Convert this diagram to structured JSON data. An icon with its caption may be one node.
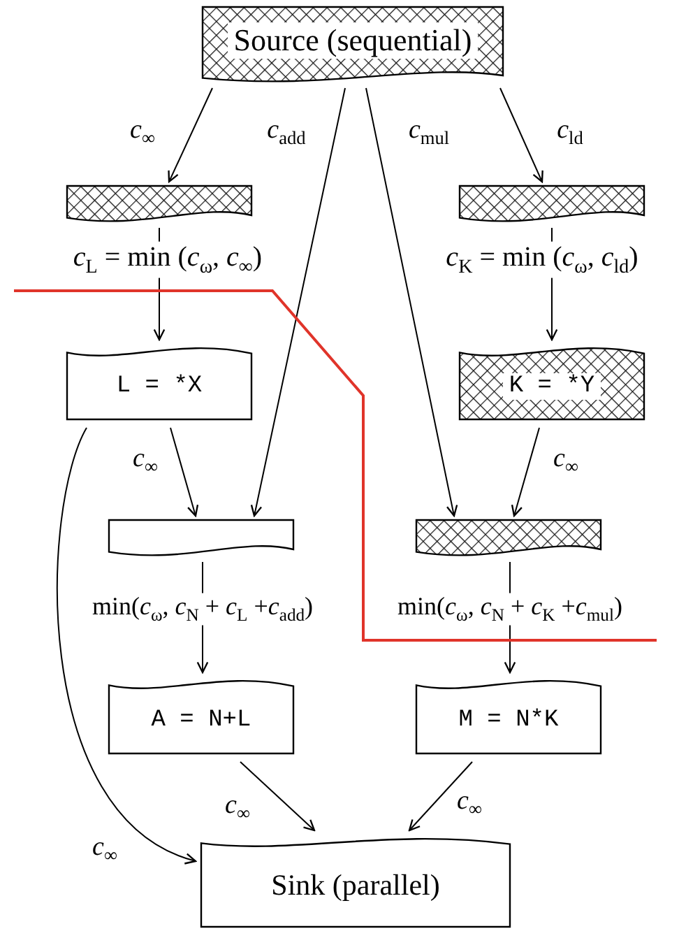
{
  "diagram": {
    "nodes": [
      {
        "text": [
          "Source (sequential)"
        ]
      },
      {
        "text": [],
        "shape": "box"
      },
      {
        "text": [],
        "shape": "box"
      },
      {
        "text": [
          "L = *X"
        ]
      },
      {
        "text": [
          "K = *Y"
        ]
      },
      {
        "text": [],
        "shape": "box"
      },
      {
        "text": [],
        "shape": "box"
      },
      {
        "text": [
          "A = N+L"
        ]
      },
      {
        "text": [
          "M = N*K"
        ]
      },
      {
        "text": [
          "Sink (parallel)"
        ]
      }
    ],
    "edges": [
      {
        "from": 0,
        "to": 1,
        "arrow": "to",
        "label": "*c*$_{∞}$"
      },
      {
        "from": 0,
        "to": 5,
        "arrow": "to",
        "label": "*c*$_{add}$"
      },
      {
        "from": 0,
        "to": 6,
        "arrow": "to",
        "label": "*c*$_{mul}$"
      },
      {
        "from": 0,
        "to": 2,
        "arrow": "to",
        "label": "*c*$_{ld}$"
      },
      {
        "from": 1,
        "to": 3,
        "arrow": "to",
        "label": "*c*$_{L}$ = min (*c*$_{ω}$, *c*$_{∞}$)"
      },
      {
        "from": 2,
        "to": 4,
        "arrow": "to",
        "label": "*c*$_{K}$ = min (*c*$_{ω}$, *c*$_{ld}$)"
      },
      {
        "from": 3,
        "to": 5,
        "arrow": "to",
        "label": "*c*$_{∞}$"
      },
      {
        "from": 4,
        "to": 6,
        "arrow": "to",
        "label": "*c*$_{∞}$"
      },
      {
        "from": 5,
        "to": 7,
        "arrow": "to",
        "label": "min(*c*$_{ω}$, *c*$_{N}$ + *c*$_{L}$ +*c*$_{add}$)"
      },
      {
        "from": 6,
        "to": 8,
        "arrow": "to",
        "label": "min(*c*$_{ω}$, *c*$_{N}$ + *c*$_{K}$ +*c*$_{mul}$)"
      },
      {
        "from": 7,
        "to": 9,
        "arrow": "to",
        "label": "*c*$_{∞}$"
      },
      {
        "from": 8,
        "to": 9,
        "arrow": "to",
        "label": "*c*$_{∞}$"
      },
      {
        "from": 3,
        "to": 9,
        "arrow": "to",
        "label": "*c*$_{∞}$"
      }
    ]
  }
}
